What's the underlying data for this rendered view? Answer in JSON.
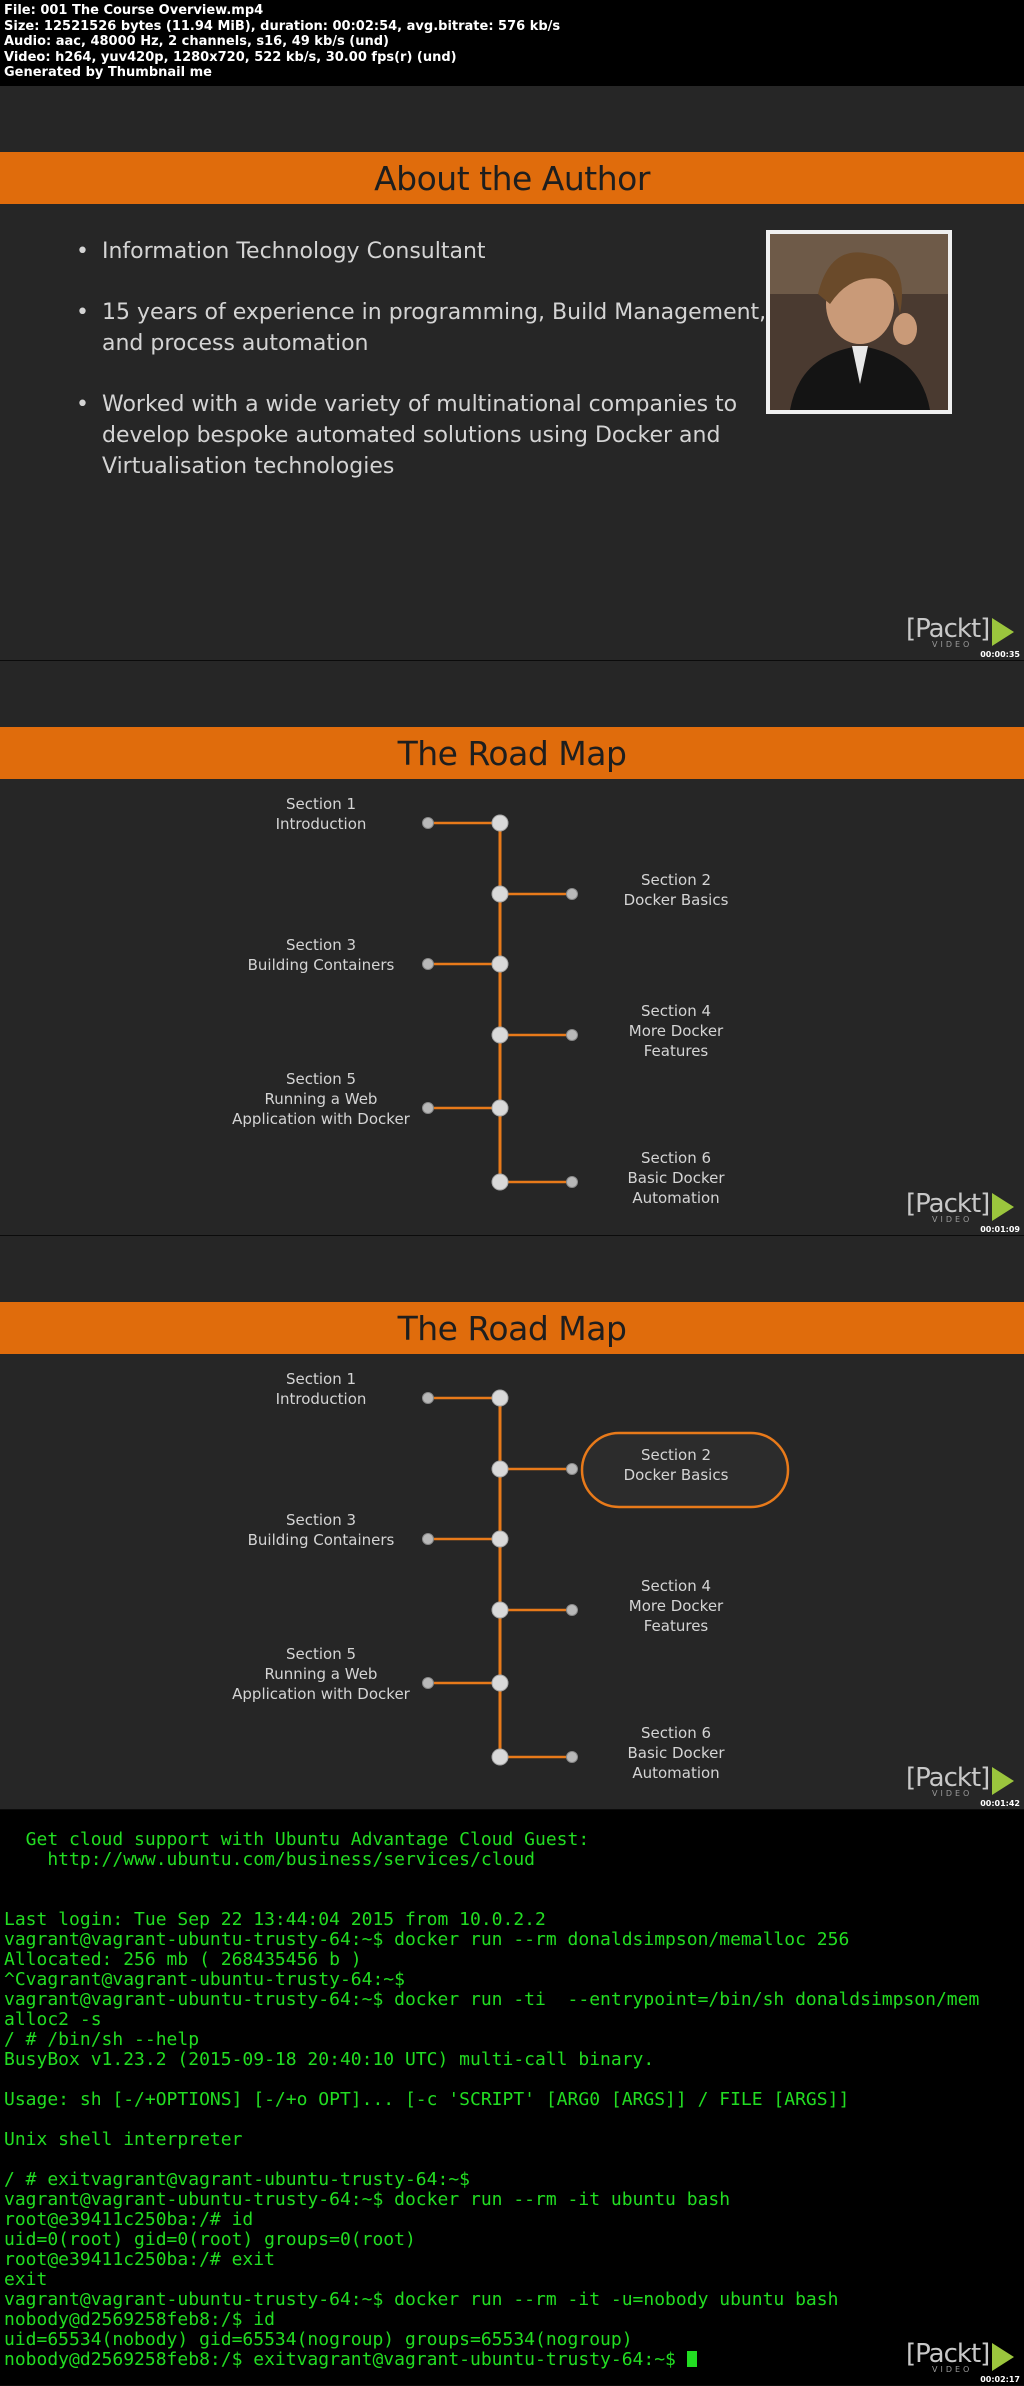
{
  "header": {
    "lines": [
      "File: 001 The Course Overview.mp4",
      "Size: 12521526 bytes (11.94 MiB), duration: 00:02:54, avg.bitrate: 576 kb/s",
      "Audio: aac, 48000 Hz, 2 channels, s16, 49 kb/s (und)",
      "Video: h264, yuv420p, 1280x720, 522 kb/s, 30.00 fps(r) (und)",
      "Generated by Thumbnail me"
    ]
  },
  "frames": [
    {
      "title": "About the Author",
      "bullets": [
        "Information Technology Consultant",
        "15 years of experience in programming, Build Management, and process automation",
        "Worked with a wide variety of multinational companies to develop bespoke automated solutions using Docker and Virtualisation technologies"
      ],
      "timestamp": "00:00:35"
    },
    {
      "title": "The Road Map",
      "timestamp": "00:01:09"
    },
    {
      "title": "The Road Map",
      "timestamp": "00:01:42"
    },
    {
      "timestamp": "00:02:17"
    }
  ],
  "roadmap": {
    "sections": [
      {
        "side": "left",
        "lines": [
          "Section 1",
          "Introduction"
        ]
      },
      {
        "side": "right",
        "lines": [
          "Section 2",
          "Docker Basics"
        ]
      },
      {
        "side": "left",
        "lines": [
          "Section 3",
          "Building Containers"
        ]
      },
      {
        "side": "right",
        "lines": [
          "Section 4",
          "More Docker",
          "Features"
        ]
      },
      {
        "side": "left",
        "lines": [
          "Section 5",
          "Running a Web",
          "Application with Docker"
        ]
      },
      {
        "side": "right",
        "lines": [
          "Section 6",
          "Basic Docker",
          "Automation"
        ]
      }
    ],
    "highlighted_section_index": 1
  },
  "logo": {
    "text": "[Packt]",
    "subtext": "VIDEO"
  },
  "terminal": {
    "lines": [
      "  Get cloud support with Ubuntu Advantage Cloud Guest:",
      "    http://www.ubuntu.com/business/services/cloud",
      "",
      "",
      "Last login: Tue Sep 22 13:44:04 2015 from 10.0.2.2",
      "vagrant@vagrant-ubuntu-trusty-64:~$ docker run --rm donaldsimpson/memalloc 256",
      "Allocated: 256 mb ( 268435456 b )",
      "^Cvagrant@vagrant-ubuntu-trusty-64:~$",
      "vagrant@vagrant-ubuntu-trusty-64:~$ docker run -ti  --entrypoint=/bin/sh donaldsimpson/mem",
      "alloc2 -s",
      "/ # /bin/sh --help",
      "BusyBox v1.23.2 (2015-09-18 20:40:10 UTC) multi-call binary.",
      "",
      "Usage: sh [-/+OPTIONS] [-/+o OPT]... [-c 'SCRIPT' [ARG0 [ARGS]] / FILE [ARGS]]",
      "",
      "Unix shell interpreter",
      "",
      "/ # exitvagrant@vagrant-ubuntu-trusty-64:~$",
      "vagrant@vagrant-ubuntu-trusty-64:~$ docker run --rm -it ubuntu bash",
      "root@e39411c250ba:/# id",
      "uid=0(root) gid=0(root) groups=0(root)",
      "root@e39411c250ba:/# exit",
      "exit",
      "vagrant@vagrant-ubuntu-trusty-64:~$ docker run --rm -it -u=nobody ubuntu bash",
      "nobody@d2569258feb8:/$ id",
      "uid=65534(nobody) gid=65534(nogroup) groups=65534(nogroup)",
      "nobody@d2569258feb8:/$ exitvagrant@vagrant-ubuntu-trusty-64:~$ "
    ]
  },
  "colors": {
    "accent": "#e06c0c",
    "slide_bg": "#262626",
    "terminal_green": "#22dd22"
  }
}
